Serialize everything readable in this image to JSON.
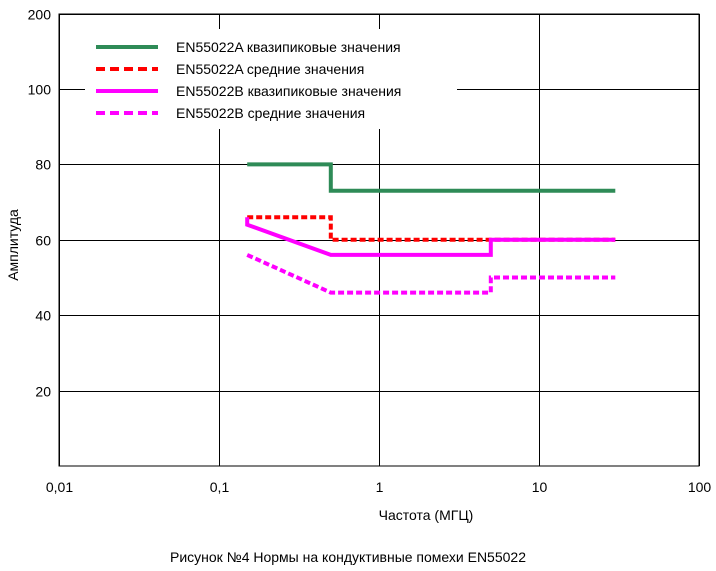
{
  "chart_data": {
    "type": "line",
    "x_scale": "log",
    "xlim": [
      0.01,
      100
    ],
    "ylim": [
      0,
      200
    ],
    "x_ticks": [
      {
        "value": 0.01,
        "label": "0,01"
      },
      {
        "value": 0.1,
        "label": "0,1"
      },
      {
        "value": 1,
        "label": "1"
      },
      {
        "value": 10,
        "label": "10"
      },
      {
        "value": 100,
        "label": "100"
      }
    ],
    "y_ticks": [
      {
        "value": 20,
        "label": "20"
      },
      {
        "value": 40,
        "label": "40"
      },
      {
        "value": 60,
        "label": "60"
      },
      {
        "value": 80,
        "label": "80"
      },
      {
        "value": 100,
        "label": "100"
      },
      {
        "value": 200,
        "label": "200"
      }
    ],
    "grid": true,
    "xlabel": "Частота (МГЦ)",
    "ylabel": "Амплитуда",
    "legend_position": "top-left",
    "series": [
      {
        "name": "EN55022A квазипиковые значения",
        "color": "#2e8b57",
        "dash": "solid",
        "points": [
          [
            0.15,
            80
          ],
          [
            0.5,
            80
          ],
          [
            0.5,
            73
          ],
          [
            30,
            73
          ]
        ]
      },
      {
        "name": "EN55022A средние значения",
        "color": "#ff0000",
        "dash": "dotted",
        "points": [
          [
            0.15,
            66
          ],
          [
            0.5,
            66
          ],
          [
            0.5,
            60
          ],
          [
            30,
            60
          ]
        ]
      },
      {
        "name": "EN55022B квазипиковые значения",
        "color": "#ff00ff",
        "dash": "solid",
        "points": [
          [
            0.15,
            66
          ],
          [
            0.15,
            64
          ],
          [
            0.5,
            56
          ],
          [
            5,
            56
          ],
          [
            5,
            60
          ],
          [
            30,
            60
          ]
        ]
      },
      {
        "name": "EN55022B средние значения",
        "color": "#ff00ff",
        "dash": "dotted",
        "points": [
          [
            0.15,
            56
          ],
          [
            0.5,
            46
          ],
          [
            5,
            46
          ],
          [
            5,
            50
          ],
          [
            30,
            50
          ]
        ]
      }
    ]
  },
  "caption": "Рисунок №4 Нормы на кондуктивные помехи EN55022"
}
